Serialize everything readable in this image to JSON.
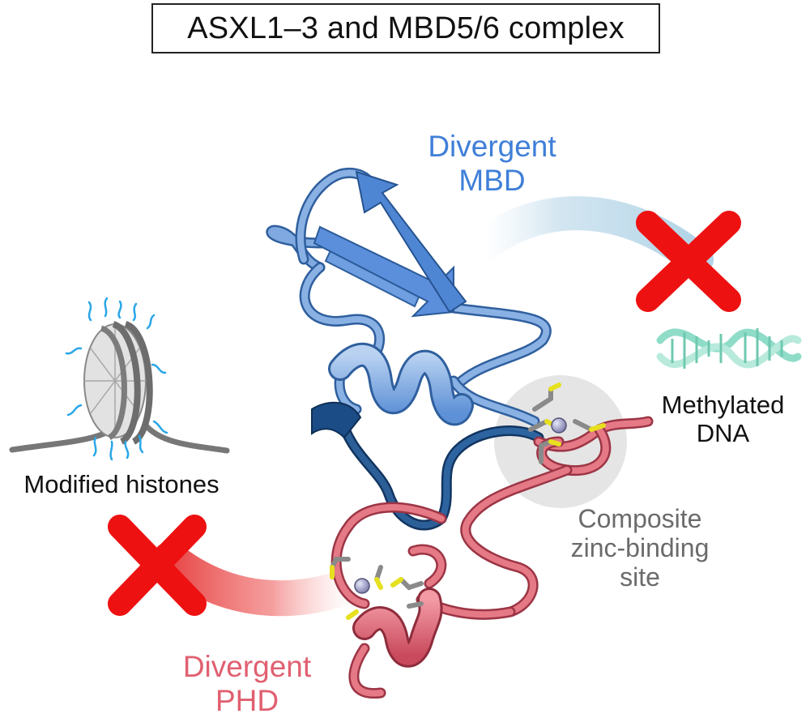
{
  "title": "ASXL1–3 and MBD5/6 complex",
  "labels": {
    "divergent_mbd": [
      "Divergent",
      "MBD"
    ],
    "methylated_dna": [
      "Methylated",
      "DNA"
    ],
    "zinc_site": [
      "Composite",
      "zinc-binding",
      "site"
    ],
    "modified_histones": "Modified histones",
    "divergent_phd": [
      "Divergent",
      "PHD"
    ]
  },
  "colors": {
    "mbd_blue": "#3f7fd8",
    "mbd_light": "#8db4e6",
    "mbd_dark": "#1e4f86",
    "phd_red": "#e06070",
    "phd_light": "#e8838f",
    "cross_red": "#ee1111",
    "zinc_gray": "#6b6b6b",
    "dna_teal": "#88d8c4",
    "histone_gray": "#6d6d6d",
    "histone_tail_blue": "#2aa6e8"
  },
  "icons": {
    "mbd_block": "red-x-icon",
    "phd_block": "red-x-icon",
    "dna": "dna-helix-icon",
    "nucleosome": "nucleosome-icon",
    "zinc": "zinc-ion-icon"
  }
}
